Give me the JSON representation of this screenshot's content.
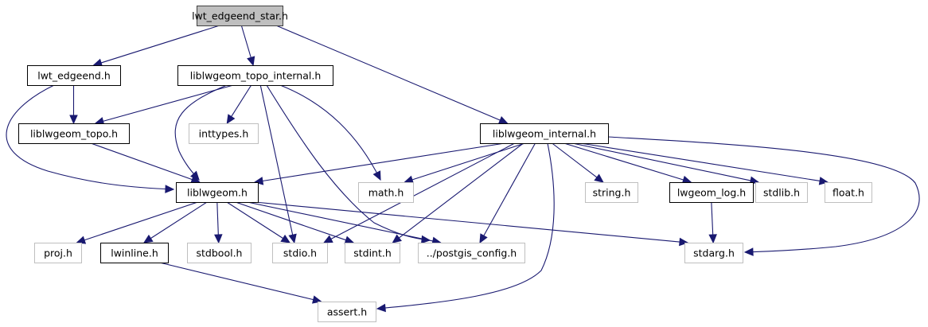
{
  "title": "lwt_edgeend_star.h include dependency graph",
  "colors": {
    "edge": "#191970",
    "root_fill": "#bfbfbf",
    "root_border": "#404040",
    "documented_border": "#000000",
    "external_border": "#bfbfbf",
    "external_text": "#000000",
    "background": "#ffffff"
  },
  "nodes": [
    {
      "id": "lwt_edgeend_star",
      "label": "lwt_edgeend_star.h",
      "kind": "root"
    },
    {
      "id": "lwt_edgeend",
      "label": "lwt_edgeend.h",
      "kind": "documented"
    },
    {
      "id": "liblwgeom_topo_internal",
      "label": "liblwgeom_topo_internal.h",
      "kind": "documented"
    },
    {
      "id": "liblwgeom_topo",
      "label": "liblwgeom_topo.h",
      "kind": "documented"
    },
    {
      "id": "inttypes",
      "label": "inttypes.h",
      "kind": "external"
    },
    {
      "id": "liblwgeom_internal",
      "label": "liblwgeom_internal.h",
      "kind": "documented"
    },
    {
      "id": "liblwgeom",
      "label": "liblwgeom.h",
      "kind": "documented"
    },
    {
      "id": "math",
      "label": "math.h",
      "kind": "external"
    },
    {
      "id": "string",
      "label": "string.h",
      "kind": "external"
    },
    {
      "id": "lwgeom_log",
      "label": "lwgeom_log.h",
      "kind": "documented"
    },
    {
      "id": "stdlib",
      "label": "stdlib.h",
      "kind": "external"
    },
    {
      "id": "float",
      "label": "float.h",
      "kind": "external"
    },
    {
      "id": "proj",
      "label": "proj.h",
      "kind": "external"
    },
    {
      "id": "lwinline",
      "label": "lwinline.h",
      "kind": "documented"
    },
    {
      "id": "stdbool",
      "label": "stdbool.h",
      "kind": "external"
    },
    {
      "id": "stdio",
      "label": "stdio.h",
      "kind": "external"
    },
    {
      "id": "stdint",
      "label": "stdint.h",
      "kind": "external"
    },
    {
      "id": "postgis_config",
      "label": "../postgis_config.h",
      "kind": "external"
    },
    {
      "id": "stdarg",
      "label": "stdarg.h",
      "kind": "external"
    },
    {
      "id": "assert",
      "label": "assert.h",
      "kind": "external"
    }
  ],
  "edges": [
    {
      "from": "lwt_edgeend_star",
      "to": "lwt_edgeend"
    },
    {
      "from": "lwt_edgeend_star",
      "to": "liblwgeom_topo_internal"
    },
    {
      "from": "lwt_edgeend_star",
      "to": "liblwgeom_internal"
    },
    {
      "from": "lwt_edgeend",
      "to": "liblwgeom_topo"
    },
    {
      "from": "lwt_edgeend",
      "to": "liblwgeom"
    },
    {
      "from": "liblwgeom_topo_internal",
      "to": "liblwgeom_topo"
    },
    {
      "from": "liblwgeom_topo_internal",
      "to": "liblwgeom"
    },
    {
      "from": "liblwgeom_topo_internal",
      "to": "inttypes"
    },
    {
      "from": "liblwgeom_topo_internal",
      "to": "math"
    },
    {
      "from": "liblwgeom_topo_internal",
      "to": "stdio"
    },
    {
      "from": "liblwgeom_topo_internal",
      "to": "postgis_config"
    },
    {
      "from": "liblwgeom_topo",
      "to": "liblwgeom"
    },
    {
      "from": "liblwgeom_internal",
      "to": "liblwgeom"
    },
    {
      "from": "liblwgeom_internal",
      "to": "math"
    },
    {
      "from": "liblwgeom_internal",
      "to": "string"
    },
    {
      "from": "liblwgeom_internal",
      "to": "lwgeom_log"
    },
    {
      "from": "liblwgeom_internal",
      "to": "stdlib"
    },
    {
      "from": "liblwgeom_internal",
      "to": "float"
    },
    {
      "from": "liblwgeom_internal",
      "to": "stdio"
    },
    {
      "from": "liblwgeom_internal",
      "to": "stdint"
    },
    {
      "from": "liblwgeom_internal",
      "to": "postgis_config"
    },
    {
      "from": "liblwgeom_internal",
      "to": "stdarg"
    },
    {
      "from": "liblwgeom_internal",
      "to": "assert"
    },
    {
      "from": "liblwgeom",
      "to": "proj"
    },
    {
      "from": "liblwgeom",
      "to": "lwinline"
    },
    {
      "from": "liblwgeom",
      "to": "stdbool"
    },
    {
      "from": "liblwgeom",
      "to": "stdio"
    },
    {
      "from": "liblwgeom",
      "to": "stdint"
    },
    {
      "from": "liblwgeom",
      "to": "postgis_config"
    },
    {
      "from": "liblwgeom",
      "to": "stdarg"
    },
    {
      "from": "lwgeom_log",
      "to": "stdarg"
    },
    {
      "from": "lwinline",
      "to": "assert"
    }
  ]
}
